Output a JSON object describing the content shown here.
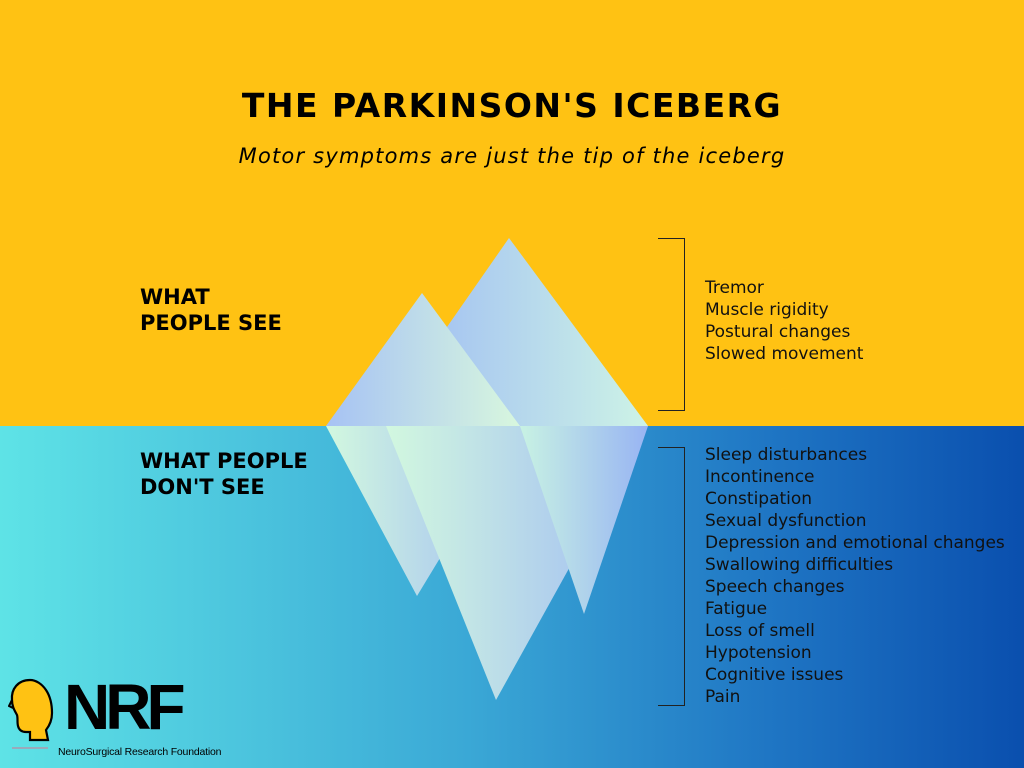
{
  "header": {
    "title": "THE PARKINSON'S ICEBERG",
    "subtitle": "Motor symptoms are just the tip of the iceberg"
  },
  "above": {
    "label_line1": "WHAT",
    "label_line2": "PEOPLE SEE",
    "items": [
      "Tremor",
      "Muscle rigidity",
      "Postural changes",
      "Slowed movement"
    ]
  },
  "below": {
    "label_line1": "WHAT PEOPLE",
    "label_line2": "DON'T SEE",
    "items": [
      "Sleep disturbances",
      "Incontinence",
      "Constipation",
      "Sexual dysfunction",
      "Depression and emotional changes",
      "Swallowing difficulties",
      "Speech changes",
      "Fatigue",
      "Loss of smell",
      "Hypotension",
      "Cognitive issues",
      "Pain"
    ]
  },
  "logo": {
    "wordmark": "NRF",
    "name": "NeuroSurgical Research Foundation",
    "icon": "head-profile-icon"
  },
  "colors": {
    "top_background": "#FFC213",
    "water_left": "#5EE3E6",
    "water_right": "#0A4FAE",
    "ice_light": "#CFF5E2",
    "ice_blue": "#A3BEF6"
  }
}
